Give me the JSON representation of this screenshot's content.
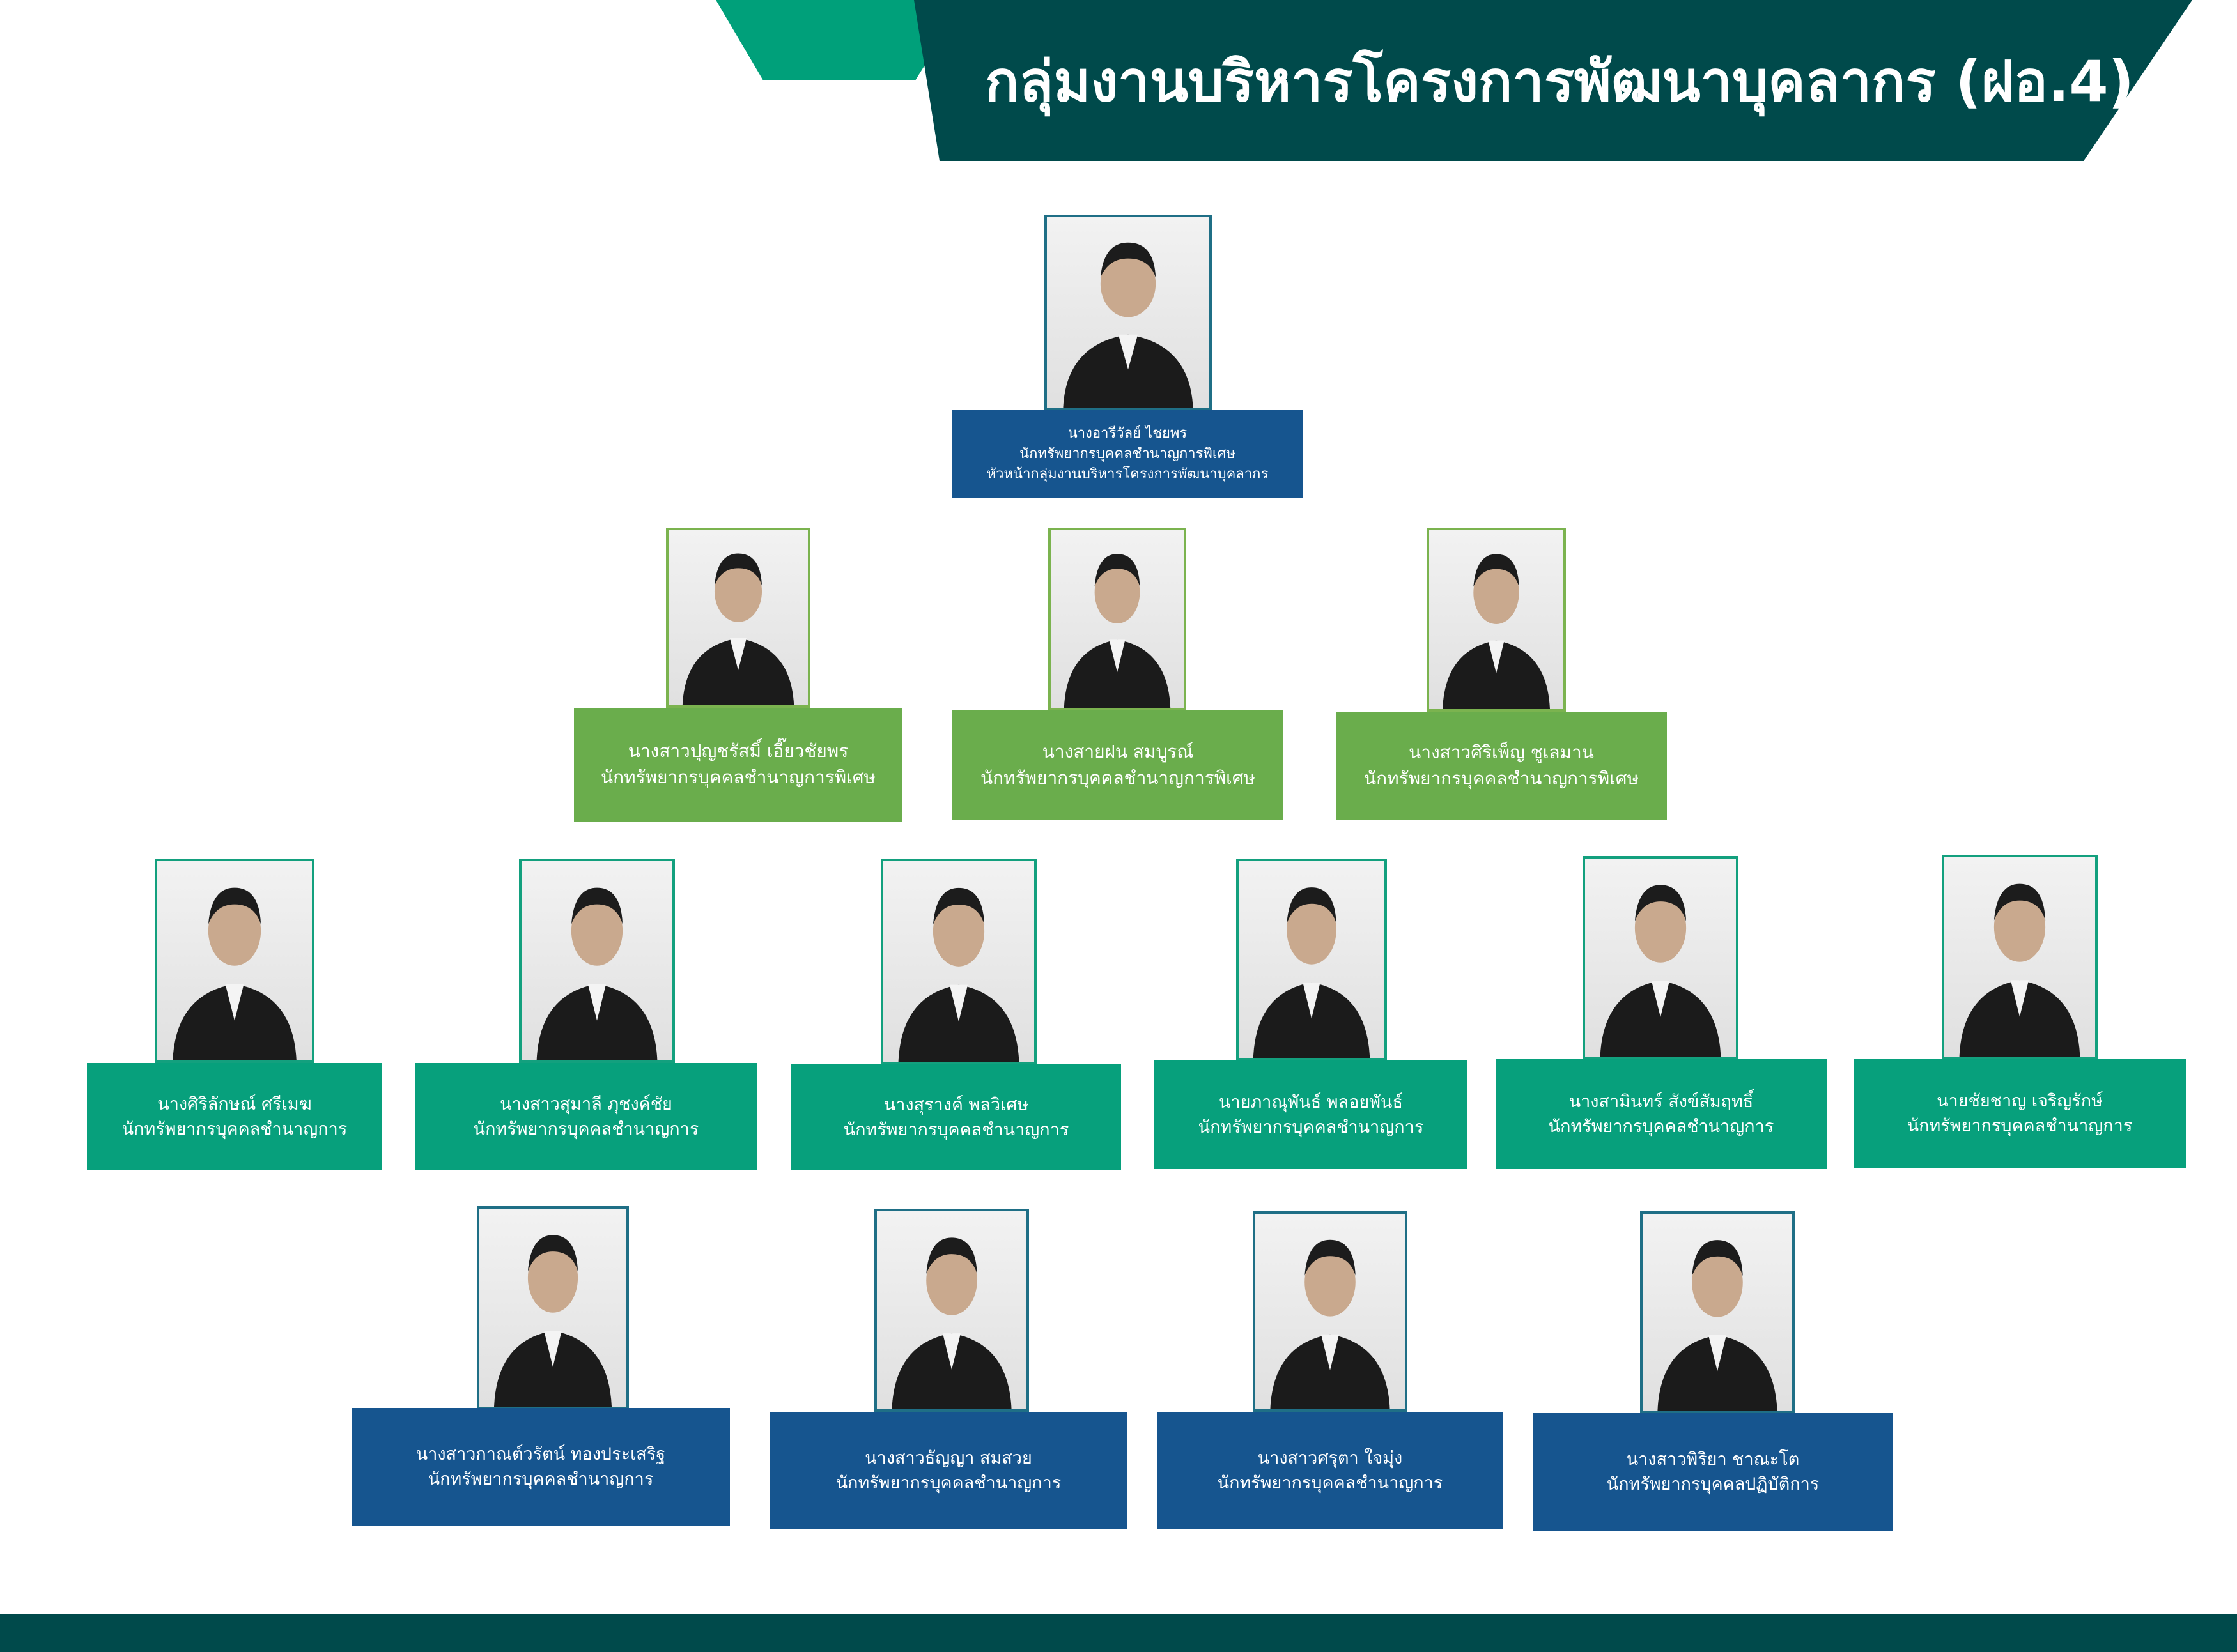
{
  "header": {
    "title": "กลุ่มงานบริหารโครงการพัฒนาบุคลากร (ฝอ.4)"
  },
  "colors": {
    "banner": "#004a4b",
    "accent": "#00a07a",
    "blue": "#16558f",
    "green": "#6aad4c",
    "teal": "#07a07c"
  },
  "chief": {
    "name": "นางอารีวัลย์ ไชยพร",
    "position": "นักทรัพยากรบุคคลชำนาญการพิเศษ",
    "role": "หัวหน้ากลุ่มงานบริหารโครงการพัฒนาบุคลากร"
  },
  "level2": [
    {
      "name": "นางสาวปุญชรัสมิ์ เอี๊ยวชัยพร",
      "position": "นักทรัพยากรบุคคลชำนาญการพิเศษ"
    },
    {
      "name": "นางสายฝน สมบูรณ์",
      "position": "นักทรัพยากรบุคคลชำนาญการพิเศษ"
    },
    {
      "name": "นางสาวศิริเพ็ญ ชูเลมาน",
      "position": "นักทรัพยากรบุคคลชำนาญการพิเศษ"
    }
  ],
  "level3": [
    {
      "name": "นางศิริลักษณ์ ศรีเมฆ",
      "position": "นักทรัพยากรบุคคลชำนาญการ"
    },
    {
      "name": "นางสาวสุมาลี ภุชงค์ชัย",
      "position": "นักทรัพยากรบุคคลชำนาญการ"
    },
    {
      "name": "นางสุรางค์ พลวิเศษ",
      "position": "นักทรัพยากรบุคคลชำนาญการ"
    },
    {
      "name": "นายภาณุพันธ์ พลอยพันธ์",
      "position": "นักทรัพยากรบุคคลชำนาญการ"
    },
    {
      "name": "นางสามินทร์ สังข์สัมฤทธิ์",
      "position": "นักทรัพยากรบุคคลชำนาญการ"
    },
    {
      "name": "นายชัยชาญ เจริญรักษ์",
      "position": "นักทรัพยากรบุคคลชำนาญการ"
    }
  ],
  "level4": [
    {
      "name": "นางสาวกาณต์วรัตน์ ทองประเสริฐ",
      "position": "นักทรัพยากรบุคคลชำนาญการ"
    },
    {
      "name": "นางสาวธัญญา สมสวย",
      "position": "นักทรัพยากรบุคคลชำนาญการ"
    },
    {
      "name": "นางสาวศรุตา ใจมุ่ง",
      "position": "นักทรัพยากรบุคคลชำนาญการ"
    },
    {
      "name": "นางสาวพิริยา ชาณะโต",
      "position": "นักทรัพยากรบุคคลปฏิบัติการ"
    }
  ]
}
